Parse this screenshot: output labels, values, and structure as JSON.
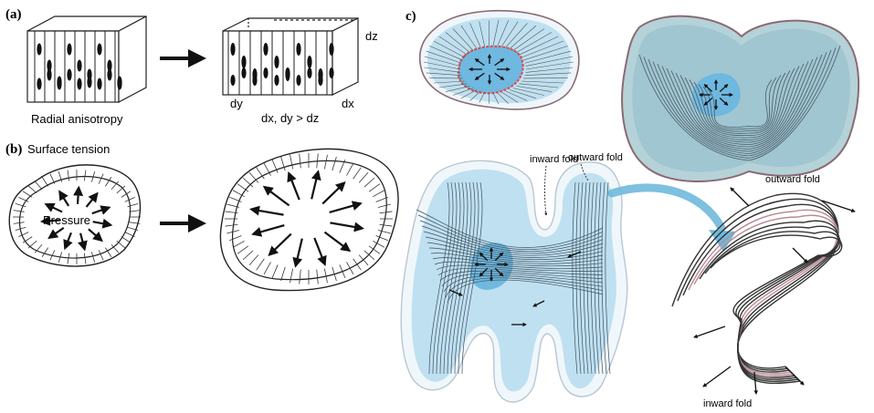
{
  "panel_a": {
    "label": "(a)",
    "caption": "Radial anisotropy",
    "dim_dz": "dz",
    "dim_dy": "dy",
    "dim_dx": "dx",
    "inequality": "dx, dy > dz"
  },
  "panel_b": {
    "label": "(b)",
    "caption": "Surface tension",
    "pressure": "Pressure"
  },
  "panel_c": {
    "label": "c)",
    "inward_fold": "inward fold",
    "outward_fold": "outward fold",
    "fold_right_top": "outward fold",
    "fold_right_bottom": "inward fold"
  },
  "colors": {
    "tissue_fill": "#bfe0f0",
    "core_fill": "#6fb8e0",
    "rim_red": "#d84a4a",
    "arrow_curved": "#6fb9dc",
    "line_dark": "#222222",
    "band_pink": "#b98a93"
  }
}
